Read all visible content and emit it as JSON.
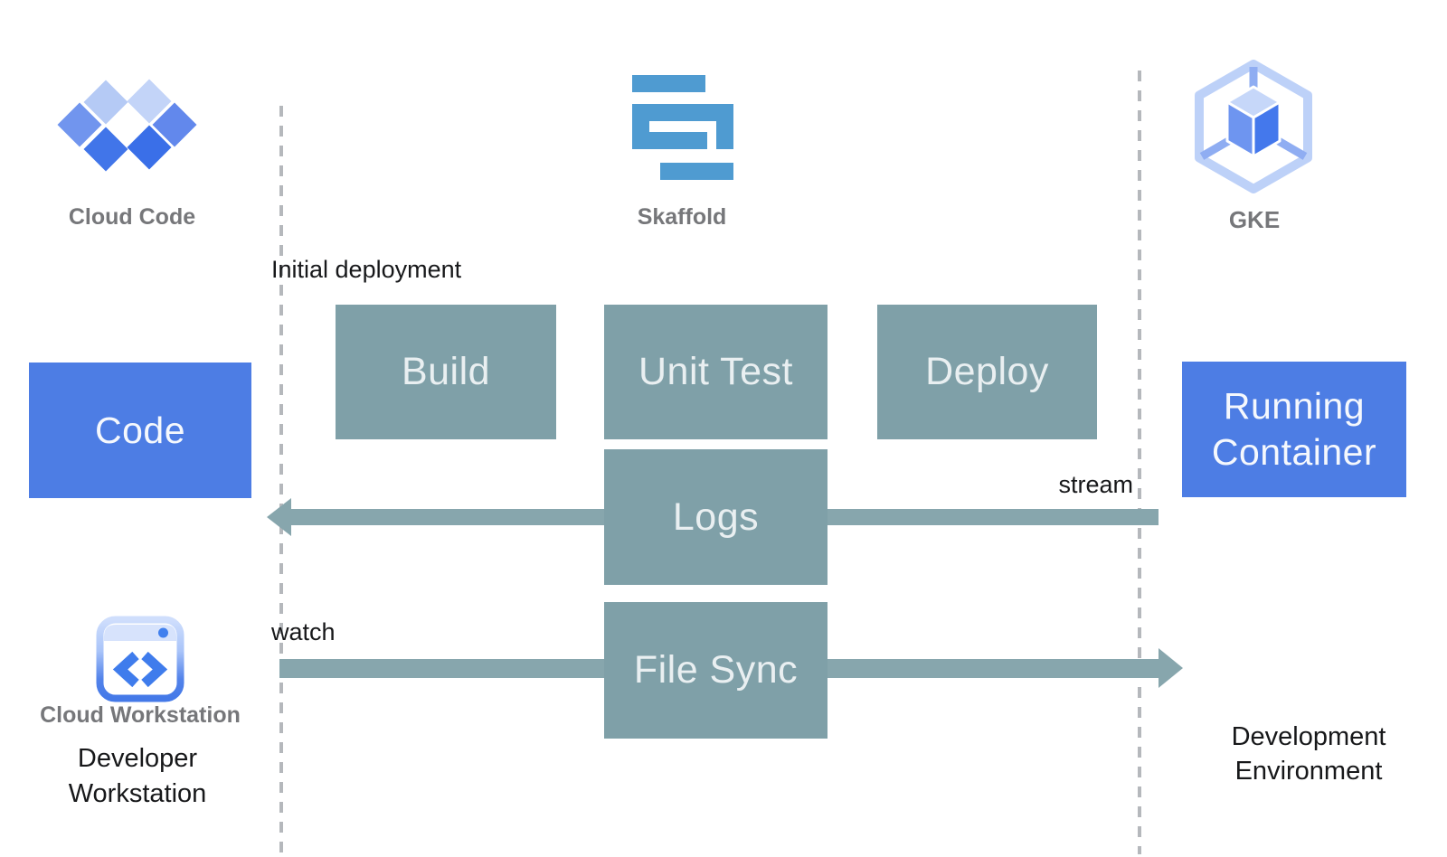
{
  "page": {
    "background": "#ffffff"
  },
  "palette": {
    "process_box": "#7fa0a8",
    "arrow": "#87a6ad",
    "endpoint_box": "#4d7de4",
    "process_box_text": "#e9eff1",
    "endpoint_box_text": "#f5f8fd",
    "icon_label_gray": "#76777a",
    "annotation_black": "#17181a",
    "dashed_line": "#b5b8bc",
    "skaffold_blue": "#4f9bd1",
    "google_blue_dark": "#3a6fe8",
    "google_blue_medium": "#6e95f0",
    "google_blue_light": "#c3d4f8"
  },
  "icons": {
    "cloud_code": "cloud-code-diamonds-icon",
    "skaffold": "skaffold-logo-icon",
    "gke": "gke-hexagon-cube-icon",
    "cloud_workstation": "cloud-workstation-window-icon"
  },
  "lanes": {
    "cloud_code_label": "Cloud Code",
    "skaffold_label": "Skaffold",
    "gke_label": "GKE"
  },
  "annotations": {
    "initial_deployment": "Initial deployment",
    "stream": "stream",
    "watch": "watch"
  },
  "boxes": {
    "code": "Code",
    "build": "Build",
    "unit_test": "Unit Test",
    "deploy": "Deploy",
    "logs": "Logs",
    "file_sync": "File Sync",
    "running_container": "Running\nContainer"
  },
  "bottom": {
    "cloud_workstation_label": "Cloud Workstation",
    "developer_workstation": "Developer\nWorkstation",
    "development_environment": "Development\nEnvironment"
  }
}
